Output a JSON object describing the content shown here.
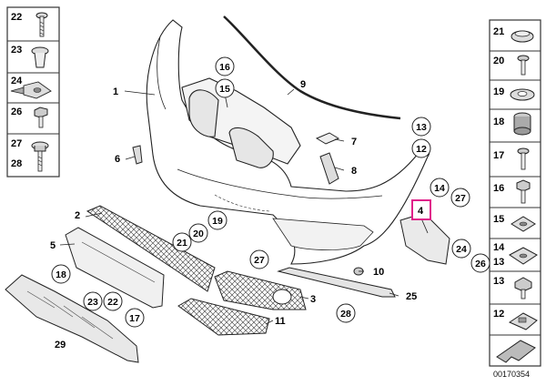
{
  "diagram_id": "00170354",
  "main_callouts": {
    "c1": "1",
    "c2": "2",
    "c3": "3",
    "c4": "4",
    "c5": "5",
    "c6": "6",
    "c7": "7",
    "c8": "8",
    "c9": "9",
    "c10": "10",
    "c11": "11",
    "c12": "12",
    "c13": "13",
    "c14": "14",
    "c15": "15",
    "c16": "16",
    "c17": "17",
    "c18": "18",
    "c19": "19",
    "c20": "20",
    "c21": "21",
    "c22": "22",
    "c23": "23",
    "c24": "24",
    "c25": "25",
    "c26": "26",
    "c27a": "27",
    "c27b": "27",
    "c28": "28",
    "c29": "29"
  },
  "left_legend": [
    {
      "labels": [
        "22"
      ],
      "icon": "screw-icon"
    },
    {
      "labels": [
        "23"
      ],
      "icon": "expanding-rivet-icon"
    },
    {
      "labels": [
        "24"
      ],
      "icon": "clip-nut-icon"
    },
    {
      "labels": [
        "26"
      ],
      "icon": "hex-screw-icon"
    },
    {
      "labels": [
        "27",
        "28"
      ],
      "icon": "collar-screw-icon"
    }
  ],
  "right_legend": [
    {
      "labels": [
        "21"
      ],
      "icon": "grommet-cap-icon"
    },
    {
      "labels": [
        "20"
      ],
      "icon": "self-tapping-screw-icon"
    },
    {
      "labels": [
        "19"
      ],
      "icon": "washer-ring-icon"
    },
    {
      "labels": [
        "18"
      ],
      "icon": "rubber-buffer-icon"
    },
    {
      "labels": [
        "17"
      ],
      "icon": "sheet-screw-icon"
    },
    {
      "labels": [
        "16"
      ],
      "icon": "hex-bolt-icon"
    },
    {
      "labels": [
        "15"
      ],
      "icon": "square-nut-icon"
    },
    {
      "labels": [
        "14",
        "13"
      ],
      "icon": "clip-nut-icon"
    },
    {
      "labels": [
        "13"
      ],
      "icon": "hex-flange-screw-icon"
    },
    {
      "labels": [
        "12"
      ],
      "icon": "spring-clip-icon"
    },
    {
      "labels": [],
      "icon": "direction-arrow-icon"
    }
  ]
}
